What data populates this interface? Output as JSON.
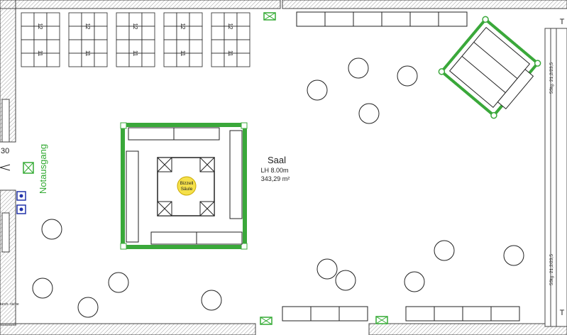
{
  "room": {
    "name": "Saal",
    "height": "LH 8.00m",
    "area": "343,29 m²"
  },
  "pillar": {
    "line1": "Bizzell",
    "line2": "Säule"
  },
  "emergency_exit": "Notausgang",
  "table_groups": [
    {
      "top": "12",
      "bottom": "11"
    },
    {
      "top": "12",
      "bottom": "11"
    },
    {
      "top": "12",
      "bottom": "11"
    },
    {
      "top": "12",
      "bottom": "11"
    },
    {
      "top": "12",
      "bottom": "11"
    }
  ],
  "stair_labels": {
    "top": "5Stg. 21,2/23,5",
    "bottom": "5Stg. 21,2/23,5"
  },
  "edge_marks": {
    "left_number": "30",
    "bottom_left_note": "turch-\nräche",
    "right_top_T": "T",
    "right_bottom_T": "T"
  },
  "colors": {
    "line": "#1a1a1a",
    "wall": "#444444",
    "truss": "#3aa83a",
    "exit_text": "#33aa33",
    "pillar_fill": "#f5e04a",
    "socket": "#2233aa",
    "hatch": "#999999"
  }
}
